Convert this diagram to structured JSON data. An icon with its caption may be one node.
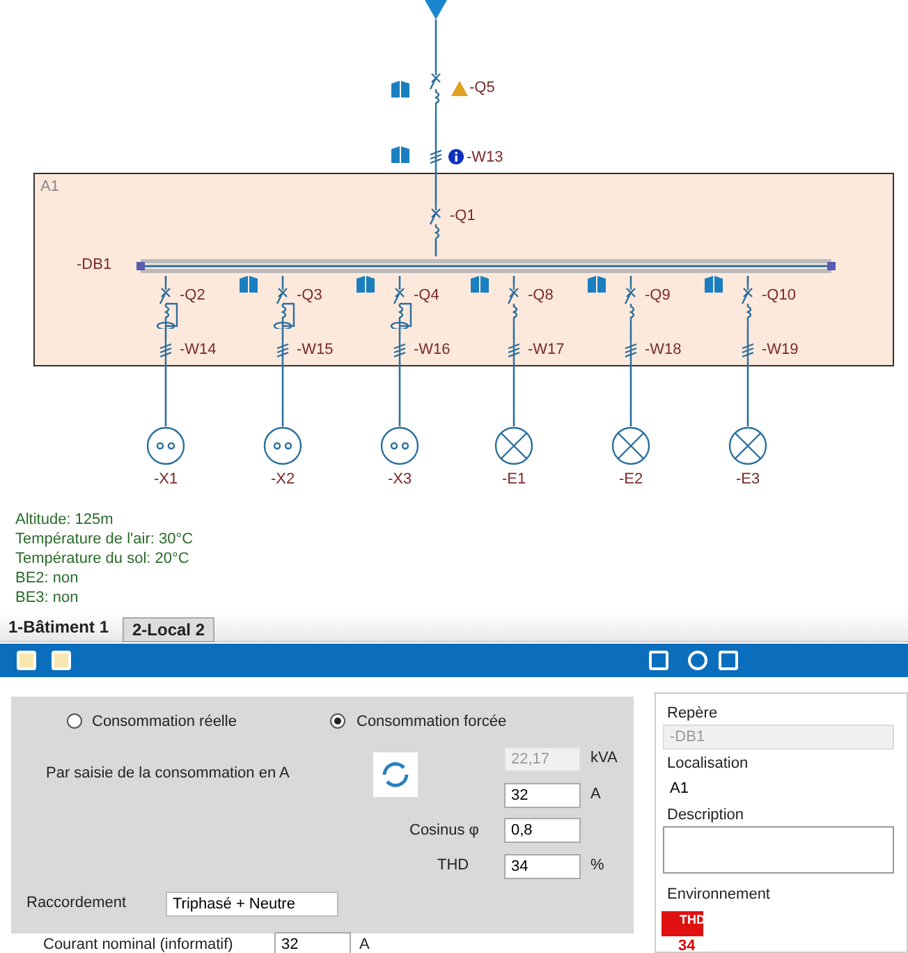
{
  "diagram": {
    "nodes": [
      {
        "text": [
          "A1"
        ]
      },
      {
        "text": [],
        "shape": "triangle"
      },
      {
        "text": [
          "-Q5"
        ]
      },
      {
        "text": [
          "-W13"
        ]
      },
      {
        "text": [
          "-Q1"
        ],
        "in": 0
      },
      {
        "text": [
          "-DB1"
        ],
        "in": 0
      },
      {
        "text": [
          "-Q2"
        ],
        "in": 0
      },
      {
        "text": [
          "-Q3"
        ],
        "in": 0
      },
      {
        "text": [
          "-Q4"
        ],
        "in": 0
      },
      {
        "text": [
          "-Q8"
        ],
        "in": 0
      },
      {
        "text": [
          "-Q9"
        ],
        "in": 0
      },
      {
        "text": [
          "-Q10"
        ],
        "in": 0
      },
      {
        "text": [
          "-W14"
        ],
        "in": 0
      },
      {
        "text": [
          "-W15"
        ],
        "in": 0
      },
      {
        "text": [
          "-W16"
        ],
        "in": 0
      },
      {
        "text": [
          "-W17"
        ],
        "in": 0
      },
      {
        "text": [
          "-W18"
        ],
        "in": 0
      },
      {
        "text": [
          "-W19"
        ],
        "in": 0
      },
      {
        "text": [
          "-X1"
        ]
      },
      {
        "text": [
          "-X2"
        ]
      },
      {
        "text": [
          "-X3"
        ]
      },
      {
        "text": [
          "-E1"
        ]
      },
      {
        "text": [
          "-E2"
        ]
      },
      {
        "text": [
          "-E3"
        ]
      }
    ],
    "edges": [
      {
        "from": 1,
        "to": 2,
        "arrow": "none"
      },
      {
        "from": 2,
        "to": 3,
        "arrow": "none"
      },
      {
        "from": 3,
        "to": 4,
        "arrow": "none"
      },
      {
        "from": 4,
        "to": 5,
        "arrow": "none"
      },
      {
        "from": 5,
        "to": 6,
        "arrow": "none"
      },
      {
        "from": 5,
        "to": 7,
        "arrow": "none"
      },
      {
        "from": 5,
        "to": 8,
        "arrow": "none"
      },
      {
        "from": 5,
        "to": 9,
        "arrow": "none"
      },
      {
        "from": 5,
        "to": 10,
        "arrow": "none"
      },
      {
        "from": 5,
        "to": 11,
        "arrow": "none"
      },
      {
        "from": 6,
        "to": 12,
        "arrow": "none"
      },
      {
        "from": 7,
        "to": 13,
        "arrow": "none"
      },
      {
        "from": 8,
        "to": 14,
        "arrow": "none"
      },
      {
        "from": 9,
        "to": 15,
        "arrow": "none"
      },
      {
        "from": 10,
        "to": 16,
        "arrow": "none"
      },
      {
        "from": 11,
        "to": 17,
        "arrow": "none"
      },
      {
        "from": 12,
        "to": 18,
        "arrow": "none"
      },
      {
        "from": 13,
        "to": 19,
        "arrow": "none"
      },
      {
        "from": 14,
        "to": 20,
        "arrow": "none"
      },
      {
        "from": 15,
        "to": 21,
        "arrow": "none"
      },
      {
        "from": 16,
        "to": 22,
        "arrow": "none"
      },
      {
        "from": 17,
        "to": 23,
        "arrow": "none"
      }
    ],
    "labels": [
      "Altitude: 125m",
      "Température de l'air: 30°C",
      "Température du sol: 20°C",
      "BE2: non",
      "BE3: non",
      "1-Bâtiment 1",
      "2-Local 2",
      "Consommation réelle",
      "Consommation forcée",
      "Par saisie de la consommation en A",
      "22,17",
      "kVA",
      "32",
      "A",
      "Cosinus φ",
      "0,8",
      "THD",
      "34",
      "%",
      "Raccordement",
      "Triphasé + Neutre",
      "Courant nominal (informatif)",
      "32",
      "A",
      "Repère",
      "-DB1",
      "Localisation",
      "A1",
      "Description",
      "Environnement",
      "THD",
      "34"
    ]
  }
}
